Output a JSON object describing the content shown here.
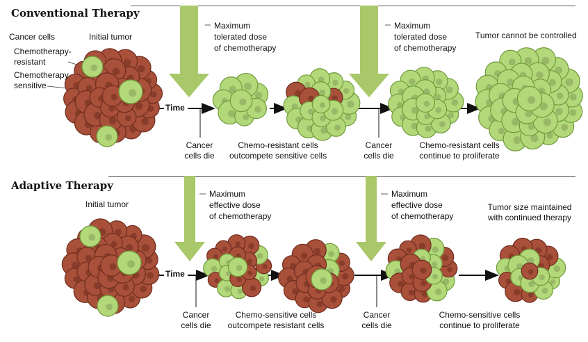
{
  "conventional": {
    "title": "Conventional Therapy",
    "cancer_cells": "Cancer cells",
    "initial_tumor": "Initial tumor",
    "resistant": [
      "Chemotherapy-",
      "resistant"
    ],
    "sensitive": [
      "Chemotherapy-",
      "sensitive"
    ],
    "time": "Time",
    "dose1": [
      "Maximum",
      "tolerated dose",
      "of chemotherapy"
    ],
    "dose2": [
      "Maximum",
      "tolerated dose",
      "of chemotherapy"
    ],
    "die1": [
      "Cancer",
      "cells die"
    ],
    "die2": [
      "Cancer",
      "cells die"
    ],
    "compete": [
      "Chemo-resistant cells",
      "outcompete sensitive cells"
    ],
    "proliferate": [
      "Chemo-resistant cells",
      "continue to proliferate"
    ],
    "outcome": "Tumor cannot be controlled"
  },
  "adaptive": {
    "title": "Adaptive Therapy",
    "initial_tumor": "Initial tumor",
    "time": "Time",
    "dose1": [
      "Maximum",
      "effective dose",
      "of chemotherapy"
    ],
    "dose2": [
      "Maximum",
      "effective dose",
      "of chemotherapy"
    ],
    "die1": [
      "Cancer",
      "cells die"
    ],
    "die2": [
      "Cancer",
      "cells die"
    ],
    "compete": [
      "Chemo-sensitive cells",
      "outcompete resistant cells"
    ],
    "proliferate": [
      "Chemo-sensitive cells",
      "continue to proliferate"
    ],
    "outcome": [
      "Tumor size maintained",
      "with continued therapy"
    ]
  },
  "colors": {
    "brown_cell": "#a8503a",
    "brown_dark": "#6e2c1e",
    "green_cell": "#b2d87a",
    "green_dark": "#6f9a3a",
    "dose_arrow": "#a9c86a"
  }
}
